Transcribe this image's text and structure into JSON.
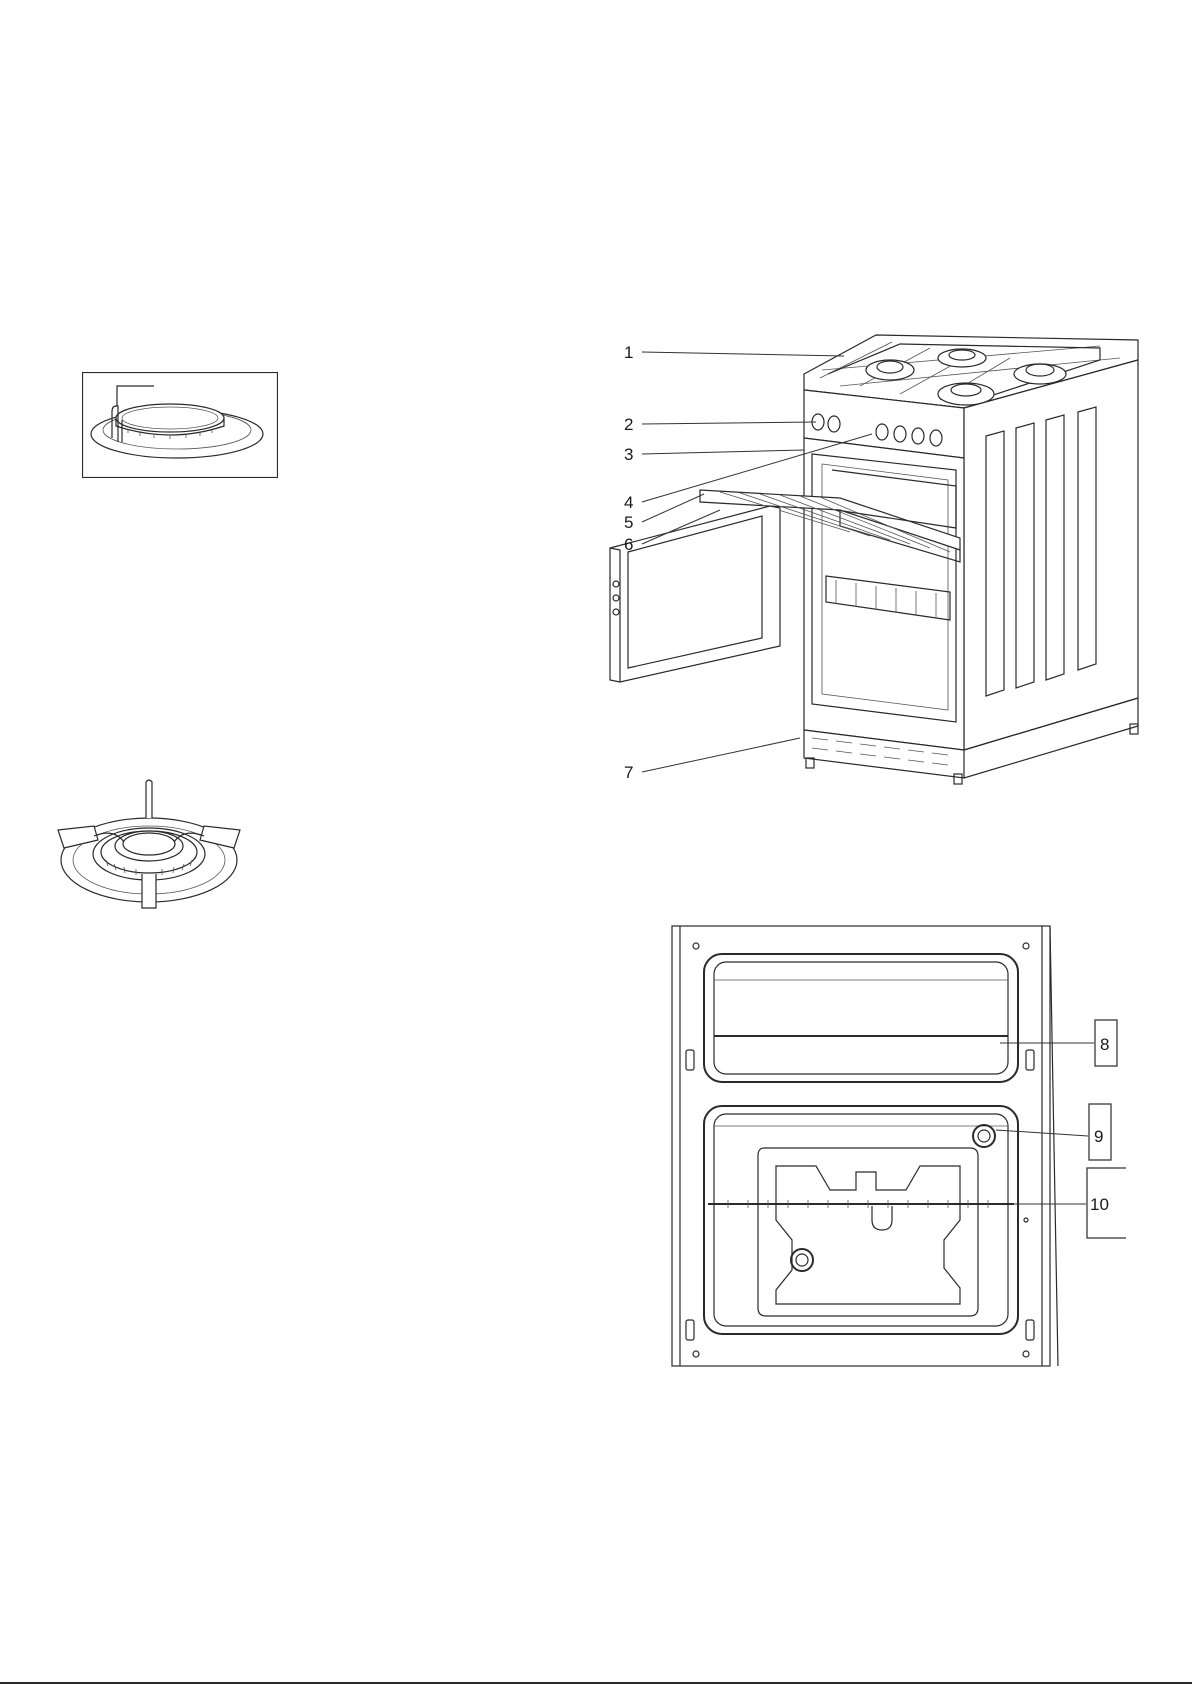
{
  "diagram": {
    "cooker_labels": [
      "1",
      "2",
      "3",
      "4",
      "5",
      "6",
      "7"
    ],
    "oven_labels": [
      "8",
      "9",
      "10"
    ]
  },
  "colors": {
    "line": "#2a2a2a",
    "background": "#ffffff"
  }
}
